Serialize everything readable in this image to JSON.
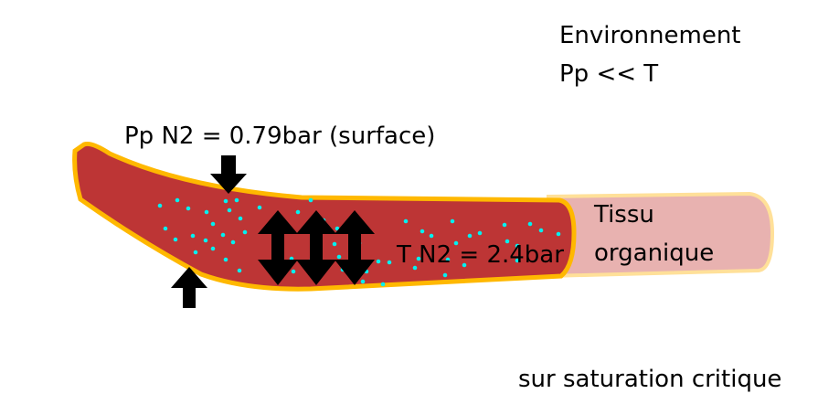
{
  "environment": {
    "title": "Environnement",
    "relation": "Pp << T"
  },
  "surface_pressure": "Pp N2 = 0.79bar (surface)",
  "tissue_pressure": "T N2 = 2.4bar",
  "tissue_label": {
    "line1": "Tissu",
    "line2": "organique"
  },
  "footer": "sur saturation critique",
  "colors": {
    "vessel": "#bd3535",
    "vessel_border": "#ffb800",
    "tissue": "#e8b2b0",
    "tissue_border": "#ffe099",
    "dots": "#00f0f0",
    "arrows": "#000000"
  }
}
